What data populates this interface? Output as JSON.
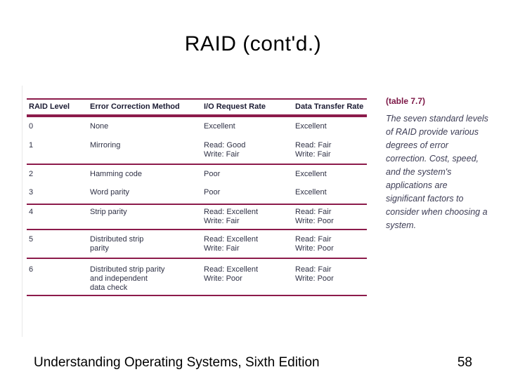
{
  "slide": {
    "title": "RAID (cont'd.)",
    "footer": {
      "left": "Understanding Operating Systems, Sixth Edition",
      "page_number": "58"
    }
  },
  "table": {
    "caption_label": "(table 7.7)",
    "caption_text": "The seven standard levels\nof RAID provide various\ndegrees of error\ncorrection. Cost, speed,\nand the system's\napplications are\nsignificant factors to\nconsider when choosing a\nsystem.",
    "columns": [
      "RAID Level",
      "Error Correction Method",
      "I/O Request Rate",
      "Data Transfer Rate"
    ],
    "rows": [
      {
        "level": "0",
        "method": "None",
        "io": "Excellent",
        "transfer": "Excellent"
      },
      {
        "level": "1",
        "method": "Mirroring",
        "io": "Read: Good\nWrite: Fair",
        "transfer": "Read: Fair\nWrite: Fair"
      },
      {
        "level": "2",
        "method": "Hamming code",
        "io": "Poor",
        "transfer": "Excellent"
      },
      {
        "level": "3",
        "method": "Word parity",
        "io": "Poor",
        "transfer": "Excellent"
      },
      {
        "level": "4",
        "method": "Strip parity",
        "io": "Read: Excellent\nWrite: Fair",
        "transfer": "Read: Fair\nWrite: Poor"
      },
      {
        "level": "5",
        "method": "Distributed strip\nparity",
        "io": "Read: Excellent\nWrite: Fair",
        "transfer": "Read: Fair\nWrite: Poor"
      },
      {
        "level": "6",
        "method": "Distributed strip parity\nand independent\ndata check",
        "io": "Read: Excellent\nWrite: Poor",
        "transfer": "Read: Fair\nWrite: Poor"
      }
    ],
    "colors": {
      "rule": "#8c1b4b",
      "header_text": "#1b1b32",
      "body_text": "#2f3145",
      "caption_label": "#7c1746",
      "caption_text": "#3d3d55"
    }
  }
}
